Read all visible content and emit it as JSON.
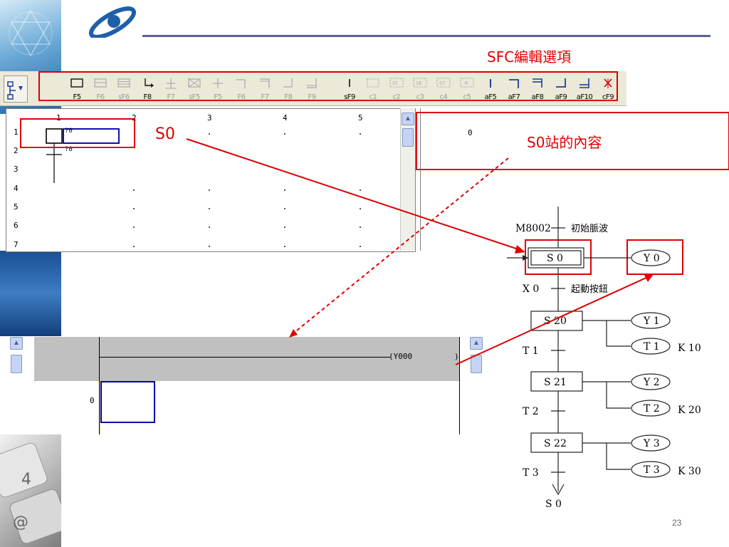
{
  "slide": {
    "title": "SFC編輯選項",
    "page_number": "23"
  },
  "toolbar": {
    "buttons": [
      {
        "label": "F5",
        "icon": "step-box-icon",
        "enabled": true
      },
      {
        "label": "F6",
        "icon": "step-double-box-icon",
        "enabled": false
      },
      {
        "label": "sF6",
        "icon": "step-triple-box-icon",
        "enabled": false
      },
      {
        "label": "F8",
        "icon": "jump-arrow-icon",
        "enabled": true
      },
      {
        "label": "F7",
        "icon": "transition-icon",
        "enabled": false
      },
      {
        "label": "sF5",
        "icon": "cross-box-icon",
        "enabled": false
      },
      {
        "label": "F5",
        "icon": "branch-plus-icon",
        "enabled": false
      },
      {
        "label": "F6",
        "icon": "branch-corner-icon",
        "enabled": false
      },
      {
        "label": "F7",
        "icon": "parallel-branch-icon",
        "enabled": false
      },
      {
        "label": "F8",
        "icon": "branch-join-icon",
        "enabled": false
      },
      {
        "label": "F9",
        "icon": "parallel-join-icon",
        "enabled": false
      },
      {
        "label": "sF9",
        "icon": "vertical-line-icon",
        "enabled": true
      },
      {
        "label": "c1",
        "icon": "dashed-box-icon",
        "enabled": false
      },
      {
        "label": "c2",
        "icon": "sc-box-icon",
        "enabled": false
      },
      {
        "label": "c3",
        "icon": "se-box-icon",
        "enabled": false
      },
      {
        "label": "c4",
        "icon": "st-box-icon",
        "enabled": false
      },
      {
        "label": "c5",
        "icon": "r-box-icon",
        "enabled": false
      },
      {
        "label": "aF5",
        "icon": "vertical-bar-icon",
        "enabled": true
      },
      {
        "label": "aF7",
        "icon": "corner-branch-icon",
        "enabled": true
      },
      {
        "label": "aF8",
        "icon": "double-corner-icon",
        "enabled": true
      },
      {
        "label": "aF9",
        "icon": "join-corner-icon",
        "enabled": true
      },
      {
        "label": "aF10",
        "icon": "double-join-icon",
        "enabled": true
      },
      {
        "label": "cF9",
        "icon": "delete-x-icon",
        "enabled": true
      }
    ]
  },
  "sfc_grid": {
    "columns": [
      "1",
      "2",
      "3",
      "4",
      "5"
    ],
    "rows": [
      "1",
      "2",
      "3",
      "4",
      "5",
      "6",
      "7"
    ],
    "cells": [
      {
        "row": "1",
        "text": "?0"
      },
      {
        "row": "2",
        "text": "?0"
      }
    ]
  },
  "right_pane": {
    "step_number": "0"
  },
  "ladder": {
    "coil": "(Y000",
    "coil_end": ")",
    "step": "0"
  },
  "annotations": {
    "s0_label": "S0",
    "s0_content_label": "S0站的內容"
  },
  "sfc_diagram": {
    "start_condition": "M8002",
    "start_comment": "初始脈波",
    "steps": [
      "S 0",
      "S 20",
      "S 21",
      "S 22"
    ],
    "transitions": [
      "X 0",
      "T 1",
      "T 2",
      "T 3"
    ],
    "start_button_comment": "起動按鈕",
    "outputs": [
      "Y 0",
      "Y 1",
      "T 1",
      "Y 2",
      "T 2",
      "Y 3",
      "T 3"
    ],
    "timer_constants": [
      "K 10",
      "K 20",
      "K 30"
    ],
    "return_target": "S 0"
  },
  "colors": {
    "annotation_red": "#e00000",
    "cursor_blue": "#0000b0",
    "header_rule": "#5b5f97",
    "logo_blue": "#1f5fa8"
  }
}
